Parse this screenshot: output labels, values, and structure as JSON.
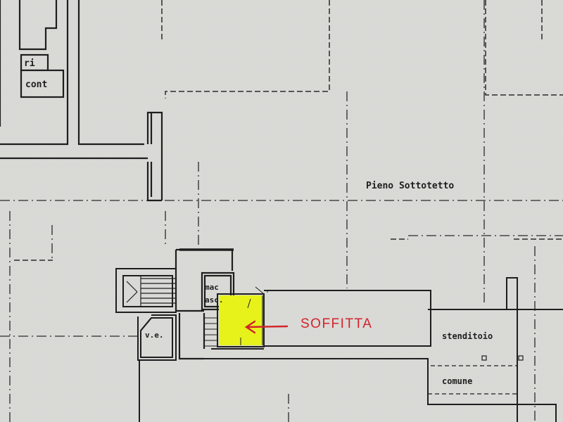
{
  "labels": {
    "ripostiglio_top": "ri",
    "ripostiglio_bottom": "cont",
    "pieno_sottotetto": "Pieno Sottotetto",
    "macchine_top": "mac",
    "macchine_bottom": "asc.",
    "vano_label": "v.e.",
    "stenditoio": "stenditoio",
    "comune": "comune",
    "soffitta": "SOFFITTA"
  },
  "colors": {
    "paper": "#d9d9d6",
    "ink": "#1e1e1e",
    "highlight": "#e6f21a",
    "annotation": "#d2232a"
  }
}
